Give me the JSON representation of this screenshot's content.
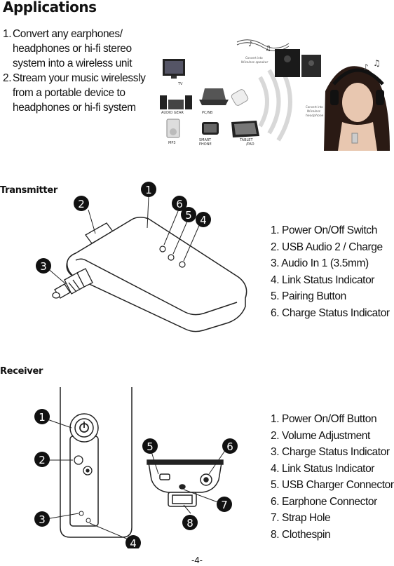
{
  "applications": {
    "title": "Applications",
    "items": [
      {
        "num": "1.",
        "text": "Convert any earphones/ headphones or hi-fi stereo system into a wireless unit"
      },
      {
        "num": "2.",
        "text": "Stream your music wirelessly from a portable device to headphones or hi-fi system"
      }
    ],
    "illustration": {
      "device_labels": [
        "TV",
        "AUDIO GEAR",
        "PC/NB",
        "MP3",
        "SMART PHONE",
        "TABLET /PAD"
      ],
      "speaker_caption": [
        "Convert into",
        "Wireless speaker"
      ],
      "headphone_caption": [
        "Convert into",
        "Wireless",
        "headphone"
      ]
    }
  },
  "transmitter": {
    "title": "Transmitter",
    "callouts": [
      "1",
      "2",
      "3",
      "4",
      "5",
      "6"
    ],
    "legend": [
      "1. Power On/Off Switch",
      "2. USB Audio 2 / Charge",
      "3. Audio In 1 (3.5mm)",
      "4. Link Status Indicator",
      "5. Pairing Button",
      "6. Charge Status Indicator"
    ]
  },
  "receiver": {
    "title": "Receiver",
    "callouts": [
      "1",
      "2",
      "3",
      "4",
      "5",
      "6",
      "7",
      "8"
    ],
    "legend": [
      "1. Power On/Off Button",
      "2. Volume Adjustment",
      "3. Charge Status Indicator",
      "4. Link Status Indicator",
      "5. USB Charger Connector",
      "6. Earphone Connector",
      "7. Strap Hole",
      "8. Clothespin"
    ]
  },
  "footer": {
    "page_number": "-4-"
  }
}
